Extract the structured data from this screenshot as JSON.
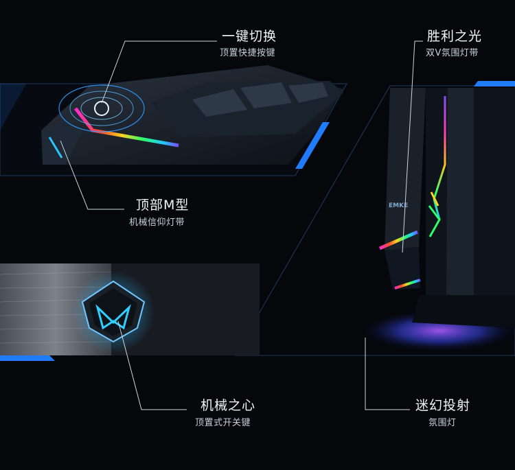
{
  "callouts": {
    "one_key": {
      "title": "一键切换",
      "subtitle": "顶置快捷按键"
    },
    "victory_light": {
      "title": "胜利之光",
      "subtitle": "双V氛围灯带"
    },
    "top_m": {
      "title": "顶部M型",
      "subtitle": "机械信仰灯带"
    },
    "mech_heart": {
      "title": "机械之心",
      "subtitle": "顶置式开关键"
    },
    "fantasy_proj": {
      "title": "迷幻投射",
      "subtitle": "氛围灯"
    }
  },
  "brand_text": "EMKE",
  "colors": {
    "accent_blue": "#1f7cff",
    "background": "#05070b",
    "line": "#cfd6df"
  }
}
